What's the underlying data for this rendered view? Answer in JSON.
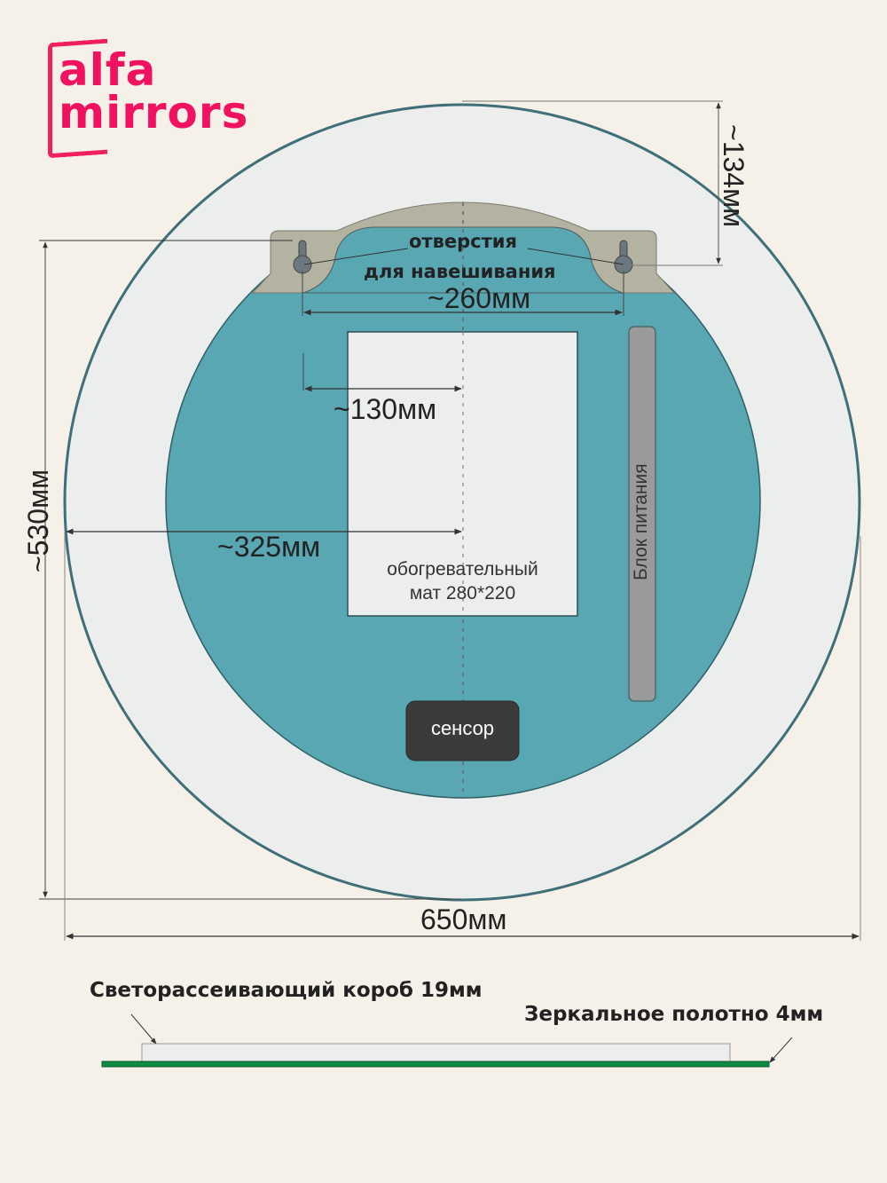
{
  "brand": {
    "line1": "alfa",
    "line2": "mirrors",
    "color": "#f0115f"
  },
  "colors": {
    "background": "#f6f1e8",
    "mirror_face": "#eceeed",
    "mirror_edge": "#3f6f78",
    "back_panel": "#58a7b3",
    "bracket": "#b4b2a0",
    "power_block": "#9a9a9a",
    "sensor": "#3b3b3b",
    "side_glass": "#0f8a43"
  },
  "labels": {
    "mount_holes_line1": "отверстия",
    "mount_holes_line2": "для навешивания",
    "dim_260": "~260мм",
    "dim_134": "~134мм",
    "dim_130": "~130мм",
    "dim_325": "~325мм",
    "dim_530": "~530мм",
    "dim_650": "650мм",
    "heating_mat_line1": "обогревательный",
    "heating_mat_line2": "мат 280*220",
    "power_block": "Блок питания",
    "sensor": "сенсор",
    "diffuser_box": "Светорассеивающий короб 19мм",
    "mirror_sheet": "Зеркальное полотно 4мм"
  }
}
